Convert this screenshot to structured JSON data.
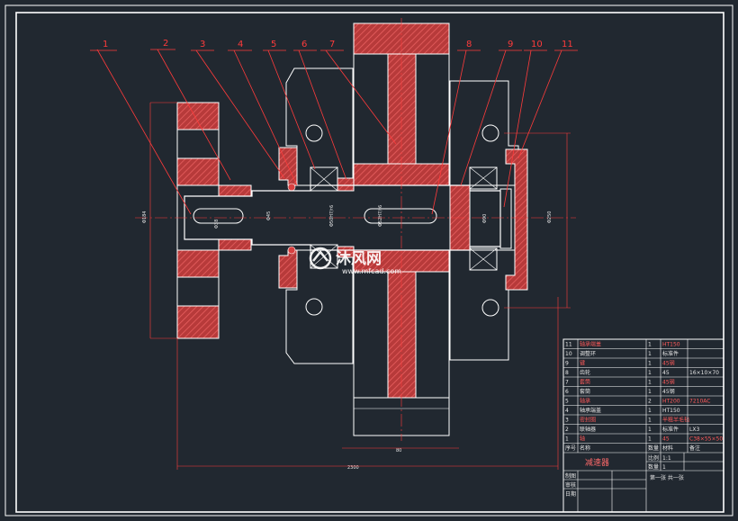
{
  "colors": {
    "background": "#212830",
    "outline": "#ffffff",
    "section": "#d94040",
    "leader": "#ff3b3b",
    "bom_text": "#ff5a5a",
    "bom_text_alt": "#e6e6e6",
    "watermark": "#ffffff"
  },
  "leaders": [
    "1",
    "2",
    "3",
    "4",
    "5",
    "6",
    "7",
    "8",
    "9",
    "10",
    "11"
  ],
  "bom": {
    "rows": [
      {
        "no": "11",
        "name": "轴承端盖",
        "qty": "1",
        "material": "HT150",
        "note": ""
      },
      {
        "no": "10",
        "name": "调整环",
        "qty": "1",
        "material": "标准件",
        "note": ""
      },
      {
        "no": "9",
        "name": "键",
        "qty": "1",
        "material": "45钢",
        "note": ""
      },
      {
        "no": "8",
        "name": "齿轮",
        "qty": "1",
        "material": "45",
        "note": "16×10×70"
      },
      {
        "no": "7",
        "name": "套筒",
        "qty": "1",
        "material": "45钢",
        "note": ""
      },
      {
        "no": "6",
        "name": "套筒",
        "qty": "1",
        "material": "45钢",
        "note": ""
      },
      {
        "no": "5",
        "name": "轴承",
        "qty": "2",
        "material": "HT200",
        "note": "7210AC"
      },
      {
        "no": "4",
        "name": "轴承端盖",
        "qty": "1",
        "material": "HT150",
        "note": ""
      },
      {
        "no": "3",
        "name": "密封圈",
        "qty": "1",
        "material": "半粗羊毛毡",
        "note": ""
      },
      {
        "no": "2",
        "name": "联轴器",
        "qty": "1",
        "material": "标准件",
        "note": "LX3"
      },
      {
        "no": "1",
        "name": "轴",
        "qty": "1",
        "material": "45",
        "note": "C38×55×50"
      }
    ],
    "header": {
      "no": "序号",
      "name": "名称",
      "qty": "数量",
      "material": "材料",
      "note": "备注"
    }
  },
  "title_block": {
    "title": "减速器",
    "scale": "1:1",
    "qty": "1",
    "sheet": "第一张 共一张",
    "label_scale": "比例",
    "label_qty": "数量",
    "label_drawing": "制图",
    "label_check": "审核",
    "label_date": "日期"
  },
  "watermark": {
    "brand": "沐风网",
    "url": "www.mfcad.com"
  },
  "dims": {
    "overall_length": "2300",
    "gear_width": "80",
    "shaft_dia_1": "Φ38",
    "shaft_dia_2": "Φ45",
    "bore_fit_1": "Φ50H7/r6",
    "bore_fit_2": "Φ52H7/r6",
    "height_left": "Φ184",
    "height_right": "Φ250",
    "bearing_d": "Φ90"
  }
}
